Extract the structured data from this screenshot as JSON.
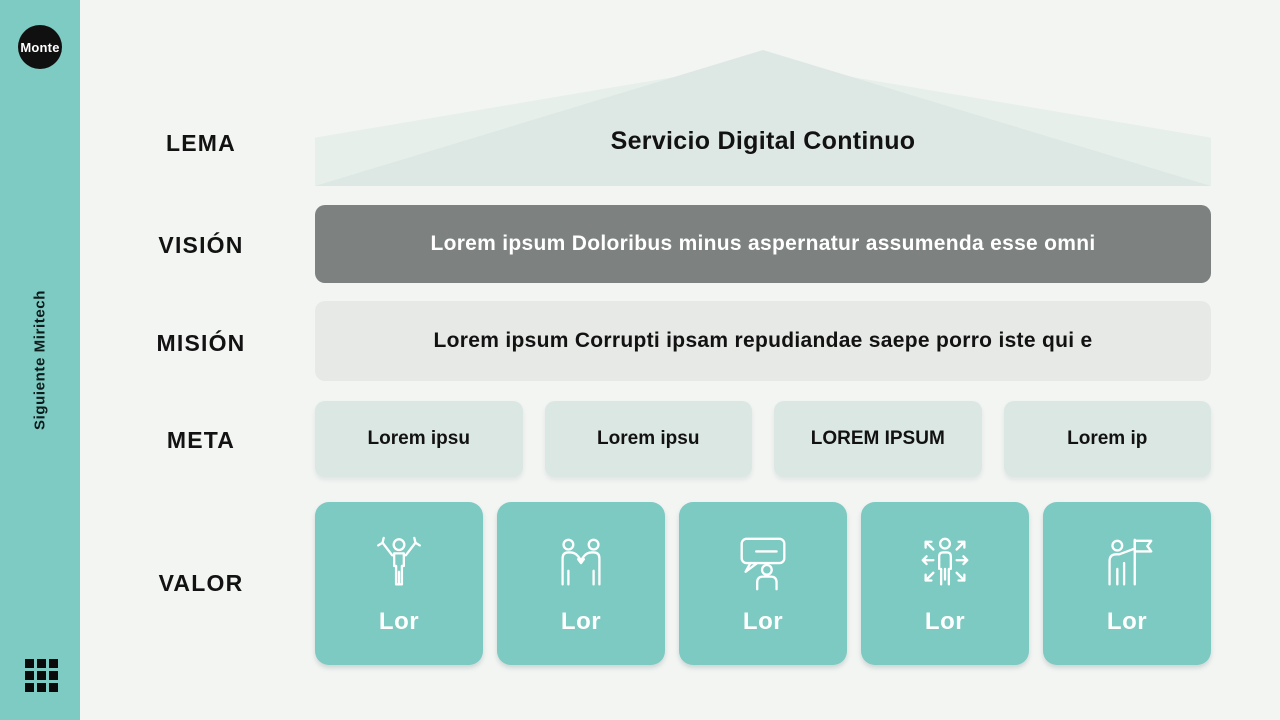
{
  "colors": {
    "sidebar_teal": "#7DCBC3",
    "background": "#F3F5F3",
    "triangle": "#DDE8E4",
    "triangle_light": "#E7EFEB",
    "vision_bar": "#7D817F",
    "mision_bar": "#E7E9E6",
    "meta_box": "#DBE7E3",
    "valor_box": "#7CCAC2",
    "text_dark": "#121212",
    "text_light": "#FFFFFF"
  },
  "sidebar": {
    "logo_text": "Monte",
    "vertical_text": "Siguiente Miritech"
  },
  "pyramid": {
    "lema_label": "LEMA",
    "title": "Servicio Digital Continuo",
    "vision_label": "VISIÓN",
    "vision_text": "Lorem ipsum Doloribus minus aspernatur assumenda esse omni",
    "mision_label": "MISIÓN",
    "mision_text": "Lorem ipsum Corrupti ipsam repudiandae saepe porro iste qui e",
    "meta_label": "META",
    "meta_boxes": [
      "Lorem ipsu",
      "Lorem ipsu",
      "LOREM IPSUM",
      "Lorem ip"
    ],
    "valor_label": "VALOR",
    "valor_boxes": [
      {
        "icon": "cheering-person-icon",
        "label": "Lor"
      },
      {
        "icon": "handshake-people-icon",
        "label": "Lor"
      },
      {
        "icon": "speech-bubble-person-icon",
        "label": "Lor"
      },
      {
        "icon": "outward-arrows-person-icon",
        "label": "Lor"
      },
      {
        "icon": "flag-bearer-icon",
        "label": "Lor"
      }
    ]
  }
}
